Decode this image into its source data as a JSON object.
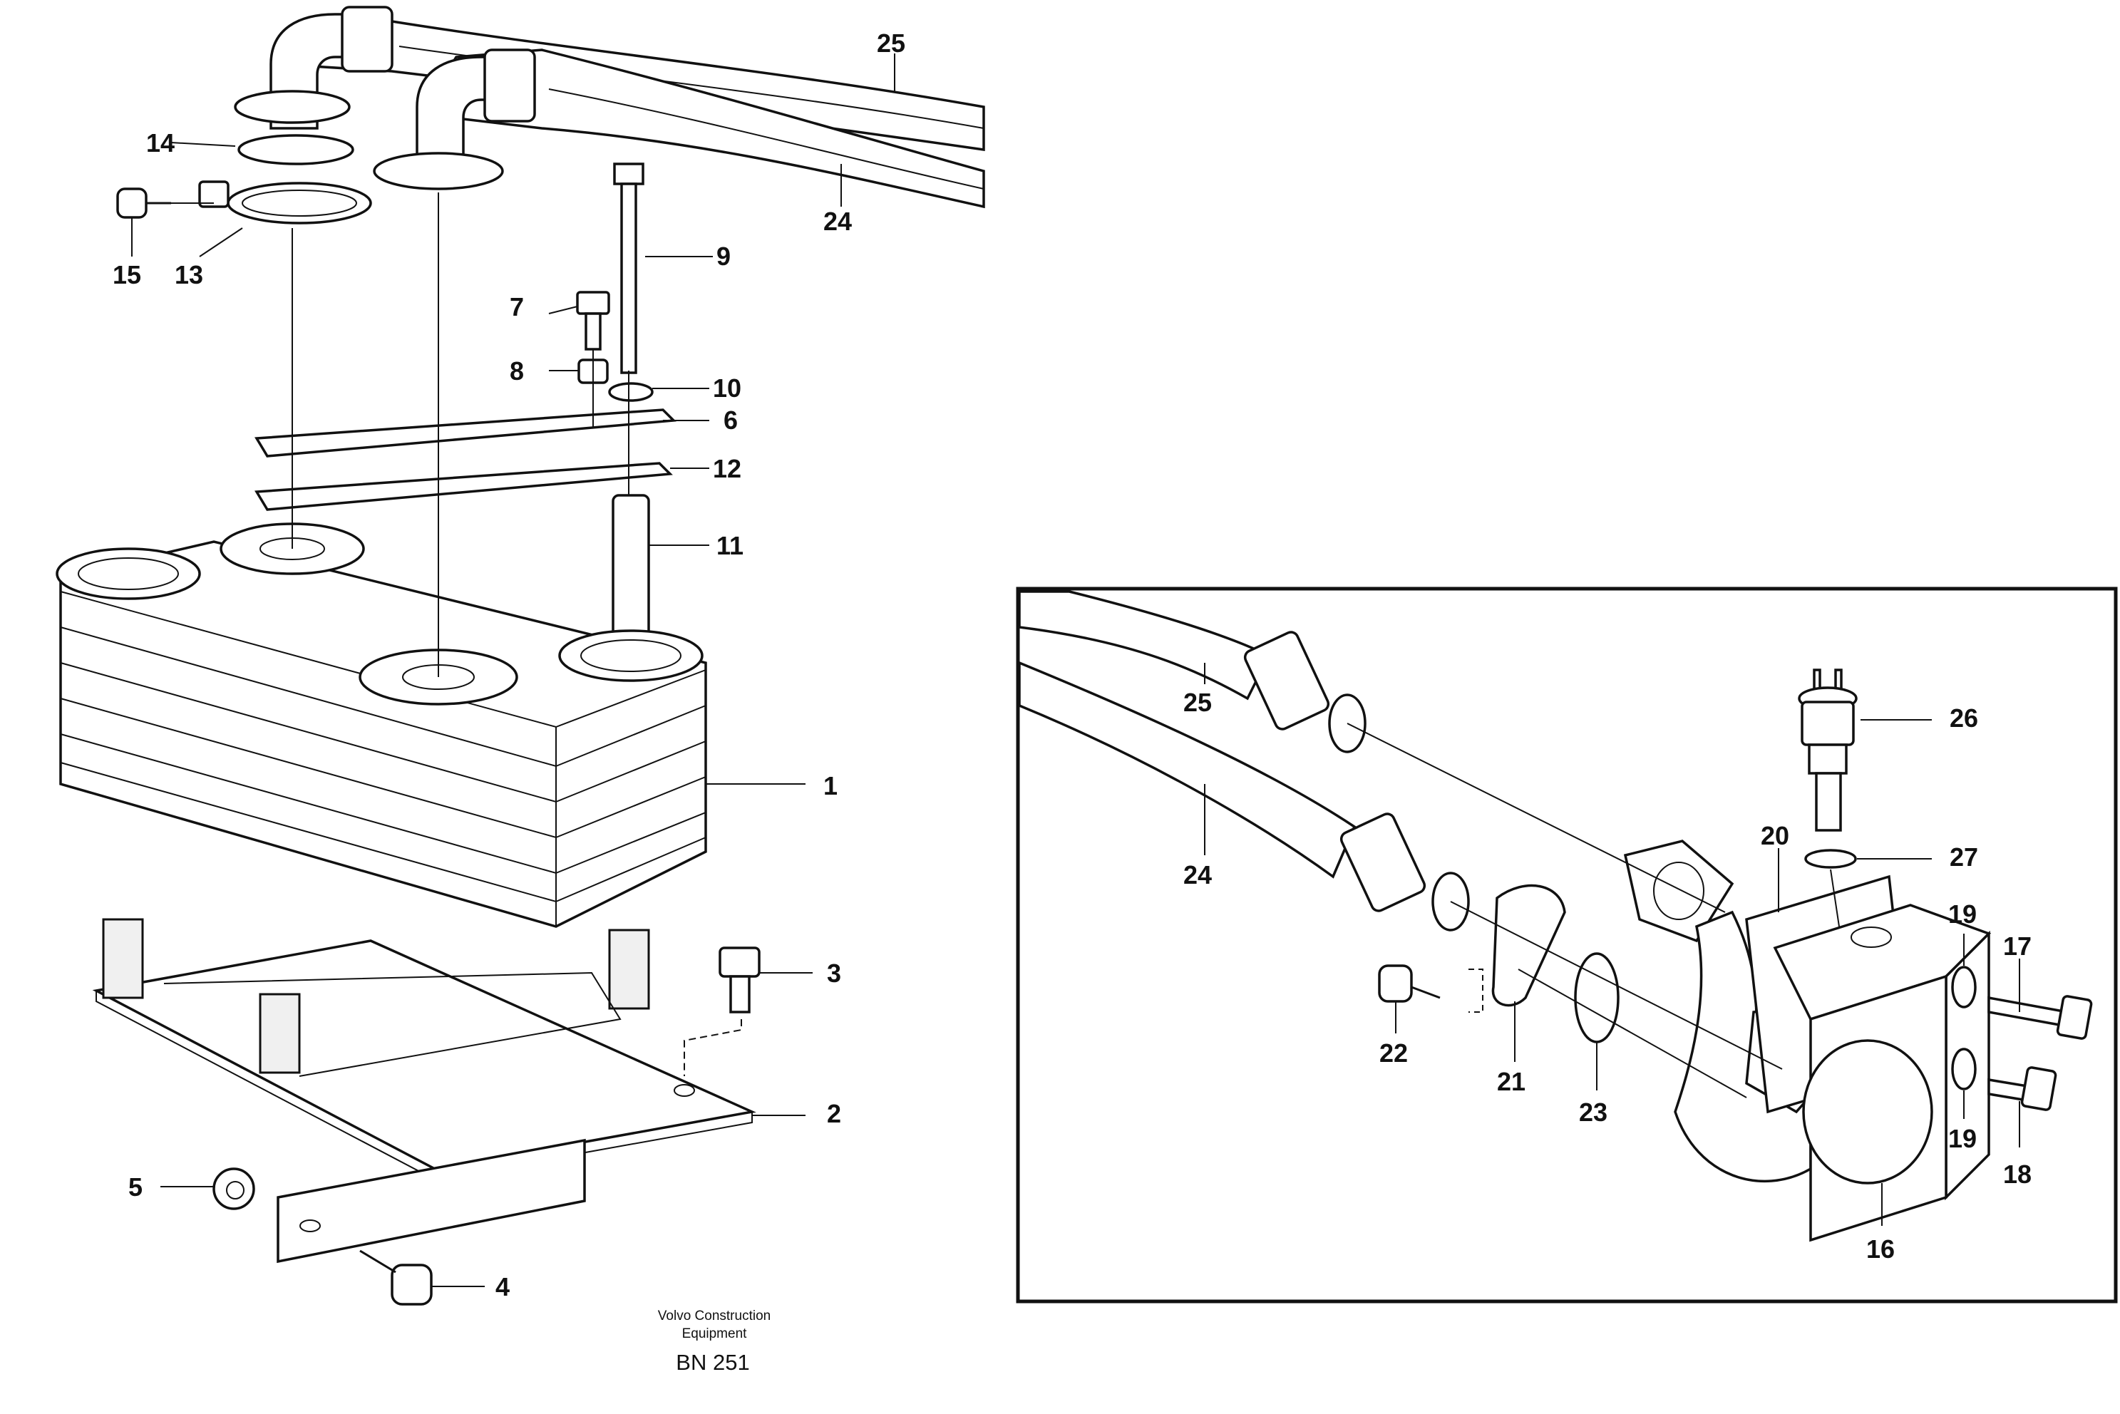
{
  "callouts": {
    "c1": "1",
    "c2": "2",
    "c3": "3",
    "c4": "4",
    "c5": "5",
    "c6": "6",
    "c7": "7",
    "c8": "8",
    "c9": "9",
    "c10": "10",
    "c11": "11",
    "c12": "12",
    "c13": "13",
    "c14": "14",
    "c15": "15",
    "c24": "24",
    "c25": "25"
  },
  "inset_callouts": {
    "i16": "16",
    "i17": "17",
    "i18": "18",
    "i19a": "19",
    "i19b": "19",
    "i20": "20",
    "i21": "21",
    "i22": "22",
    "i23": "23",
    "i24": "24",
    "i25": "25",
    "i26": "26",
    "i27": "27"
  },
  "footer": {
    "line1": "Volvo Construction",
    "line2": "Equipment",
    "code": "BN 251"
  }
}
